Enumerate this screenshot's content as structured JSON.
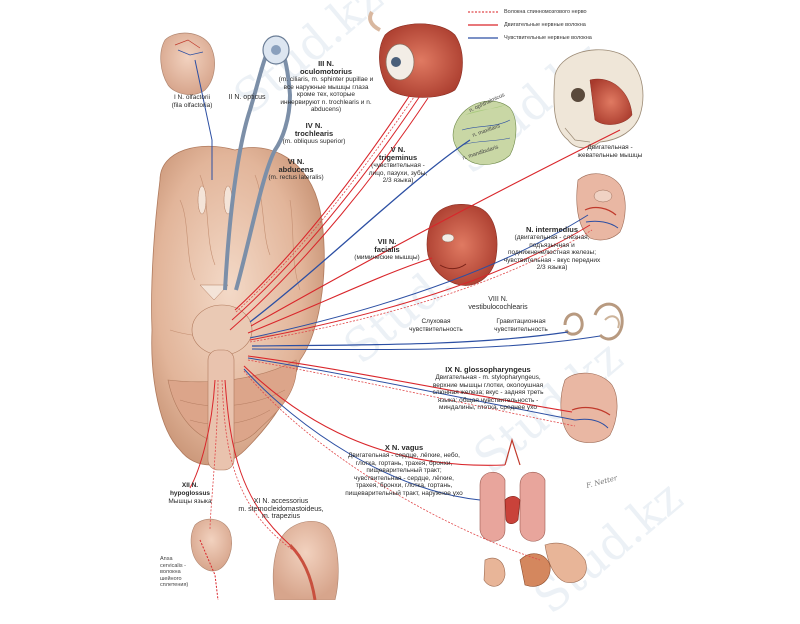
{
  "colors": {
    "motor": "#d9262b",
    "sensory": "#2c4fa3",
    "parasympathetic": "#e0484a",
    "brain": "#e7bfa5",
    "muscle": "#c8503e",
    "watermark": "#9fb7d1"
  },
  "legend": {
    "parasympathetic": "Волокна спинномозгового нерво",
    "motor": "Двигательные нервные волокна",
    "sensory": "Чувствительные нервные волокна"
  },
  "nerves": {
    "olfactory": {
      "title": "I N. olfactorii",
      "desc": "(fila olfactoria)"
    },
    "optic": {
      "title": "II N. opticus"
    },
    "oculomotor": {
      "title": "III N.",
      "title2": "oculomotorius",
      "desc1": "(m. ciliaris, m. sphinter pupillae и",
      "desc2": "все наружные мышцы глаза",
      "desc3": "кроме тех, которые",
      "desc4": "иннервируют n. trochlearis и n.",
      "desc5": "abducens)"
    },
    "trochlear": {
      "title": "IV N.",
      "title2": "trochlearis",
      "desc": "(m. obliquus superior)"
    },
    "abducens": {
      "title": "VI N.",
      "title2": "abducens",
      "desc": "(m. rectus lateralis)"
    },
    "trigeminal": {
      "title": "V N.",
      "title2": "trigeminus",
      "desc1": "(чувствительная -",
      "desc2": "лицо, пазухи, зубы,",
      "desc3": "2/3 языка)",
      "motor": "Двигательная -",
      "motor2": "жевательные мышцы",
      "branch1": "n. ophthalmicus",
      "branch2": "n. maxillaris",
      "branch3": "n. mandibularis"
    },
    "facial": {
      "title": "VII N.",
      "title2": "facialis",
      "desc": "(мимические мышцы)"
    },
    "intermedius": {
      "title": "N. intermedius",
      "desc1": "(двигательная - слёзная,",
      "desc2": "подъязычная и",
      "desc3": "поднижнечелюстная железы;",
      "desc4": "чувствительная - вкус передних",
      "desc5": "2/3 языка)"
    },
    "vestibulocochlear": {
      "title": "VIII N.",
      "title2": "vestibulocochlearis",
      "hearing1": "Слуховая",
      "hearing2": "чувствительность",
      "gravity1": "Гравитационная",
      "gravity2": "чувствительность"
    },
    "glossopharyngeal": {
      "title": "IX N. glossopharyngeus",
      "desc1": "Двигательная - m. stylopharyngeus,",
      "desc2": "верхние мышцы глотки, околоушная",
      "desc3": "слюнная железа; вкус - задняя треть",
      "desc4": "языка; общая чувствительность -",
      "desc5": "миндалины, глотка, среднее ухо"
    },
    "vagus": {
      "title": "X N. vagus",
      "desc1": "Двигательная - сердце, лёгкие, небо,",
      "desc2": "глотка, гортань, трахея, бронхи,",
      "desc3": "пищеварительный тракт;",
      "desc4": "чувствительная - сердце, лёгкие,",
      "desc5": "трахея, бронхи, глотка, гортань,",
      "desc6": "пищеварительный тракт, наружное ухо"
    },
    "accessory": {
      "title": "XI N. accessorius",
      "desc1": "m. sternocleidomastoideus,",
      "desc2": "m. trapezius"
    },
    "hypoglossal": {
      "title": "XII N.",
      "title2": "hypoglossus",
      "desc": "Мышцы языка"
    },
    "ansa": {
      "l1": "Ansa",
      "l2": "cervicalis -",
      "l3": "волокна",
      "l4": "шейного",
      "l5": "сплетения)"
    }
  },
  "signature": "F. Netter",
  "watermark": "Stud.kz"
}
